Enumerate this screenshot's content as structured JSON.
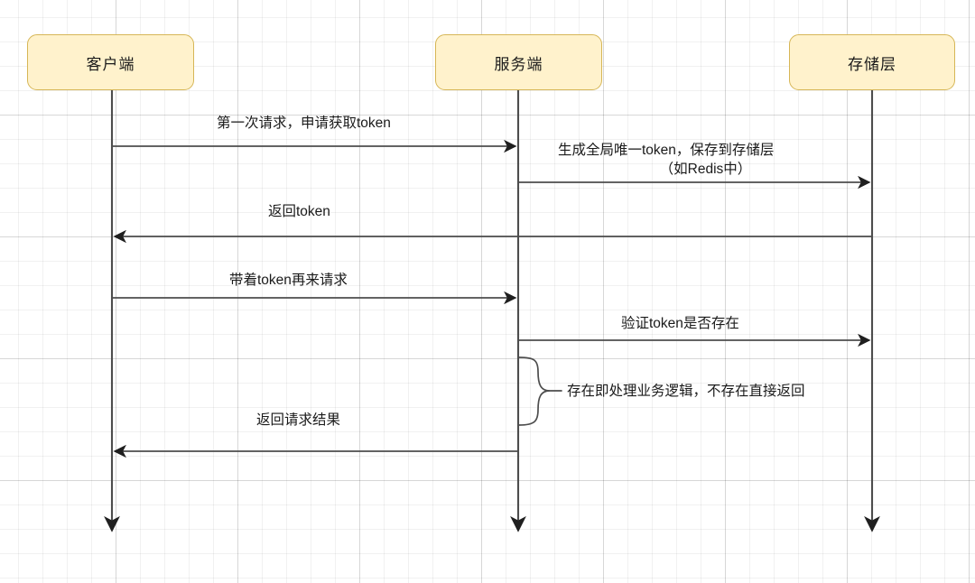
{
  "diagram": {
    "type": "sequence-diagram",
    "title_visible": false,
    "background": "#ffffff",
    "grid_color": "#ededed",
    "participant_fill": "#fff2cc",
    "participant_stroke": "#d6b656",
    "line_color": "#4d4d4d",
    "text_color": "#1a1a1a"
  },
  "participants": [
    {
      "id": "client",
      "label": "客户端"
    },
    {
      "id": "server",
      "label": "服务端"
    },
    {
      "id": "storage",
      "label": "存储层"
    }
  ],
  "messages": [
    {
      "index": 1,
      "from": "client",
      "to": "server",
      "direction": "right",
      "label": "第一次请求，申请获取token"
    },
    {
      "index": 2,
      "from": "server",
      "to": "storage",
      "direction": "right",
      "label_line1": "生成全局唯一token，保存到存储层",
      "label_line2": "（如Redis中）"
    },
    {
      "index": 3,
      "from": "storage",
      "to": "client",
      "direction": "left",
      "label": "返回token"
    },
    {
      "index": 4,
      "from": "client",
      "to": "server",
      "direction": "right",
      "label": "带着token再来请求"
    },
    {
      "index": 5,
      "from": "server",
      "to": "storage",
      "direction": "right",
      "label": "验证token是否存在"
    },
    {
      "index": 6,
      "from": "server",
      "to": "client",
      "direction": "left",
      "label": "返回请求结果"
    }
  ],
  "notes": [
    {
      "index": 1,
      "anchor": "server",
      "style": "curly-brace",
      "label": "存在即处理业务逻辑，不存在直接返回"
    }
  ]
}
